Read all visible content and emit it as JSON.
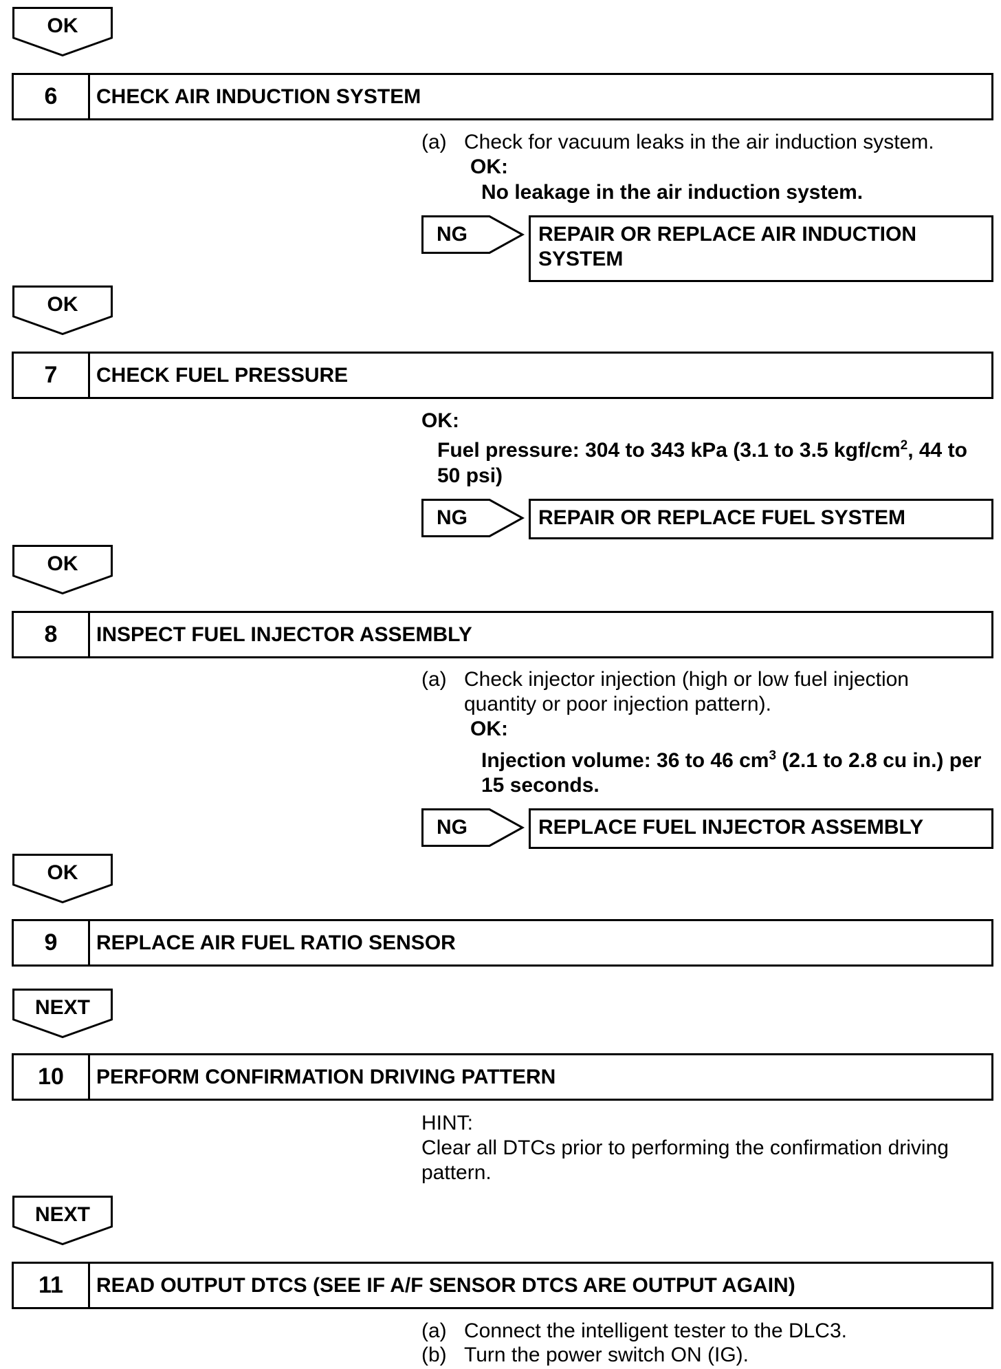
{
  "connectors": [
    {
      "label": "OK"
    },
    {
      "label": "OK"
    },
    {
      "label": "OK"
    },
    {
      "label": "OK"
    },
    {
      "label": "NEXT"
    },
    {
      "label": "NEXT"
    }
  ],
  "steps": [
    {
      "number": "6",
      "title": "CHECK AIR INDUCTION SYSTEM",
      "instructions": [
        {
          "marker": "(a)",
          "lines": [
            "Check for vacuum leaks in the air induction system."
          ]
        }
      ],
      "spec_label": "OK:",
      "spec_lines": [
        "No leakage in the air induction system."
      ],
      "ng": {
        "label": "NG",
        "result_lines": [
          "REPAIR OR REPLACE AIR INDUCTION",
          "SYSTEM"
        ]
      }
    },
    {
      "number": "7",
      "title": "CHECK FUEL PRESSURE",
      "spec_label": "OK:",
      "spec": {
        "line1_pre": "Fuel pressure: 304 to 343 kPa (3.1 to 3.5 kgf/cm",
        "line1_sup": "2",
        "line1_post": ", 44 to",
        "line2": "50 psi)"
      },
      "ng": {
        "label": "NG",
        "result_lines": [
          "REPAIR OR REPLACE FUEL SYSTEM"
        ]
      }
    },
    {
      "number": "8",
      "title": "INSPECT FUEL INJECTOR ASSEMBLY",
      "instructions": [
        {
          "marker": "(a)",
          "lines": [
            "Check injector injection (high or low fuel injection",
            "quantity or poor injection pattern)."
          ]
        }
      ],
      "spec_label": "OK:",
      "spec": {
        "line1_pre": "Injection volume: 36 to 46 cm",
        "line1_sup": "3",
        "line1_post": " (2.1 to 2.8 cu in.) per",
        "line2": "15 seconds."
      },
      "ng": {
        "label": "NG",
        "result_lines": [
          "REPLACE FUEL INJECTOR ASSEMBLY"
        ]
      }
    },
    {
      "number": "9",
      "title": "REPLACE AIR FUEL RATIO SENSOR"
    },
    {
      "number": "10",
      "title": "PERFORM CONFIRMATION DRIVING PATTERN",
      "hint_label": "HINT:",
      "hint_lines": [
        "Clear all DTCs prior to performing the confirmation driving",
        "pattern."
      ]
    },
    {
      "number": "11",
      "title": "READ OUTPUT DTCS (SEE IF A/F SENSOR DTCS ARE OUTPUT AGAIN)",
      "instructions": [
        {
          "marker": "(a)",
          "lines": [
            "Connect the intelligent tester to the DLC3."
          ]
        },
        {
          "marker": "(b)",
          "lines": [
            "Turn the power switch ON (IG)."
          ]
        }
      ]
    }
  ]
}
